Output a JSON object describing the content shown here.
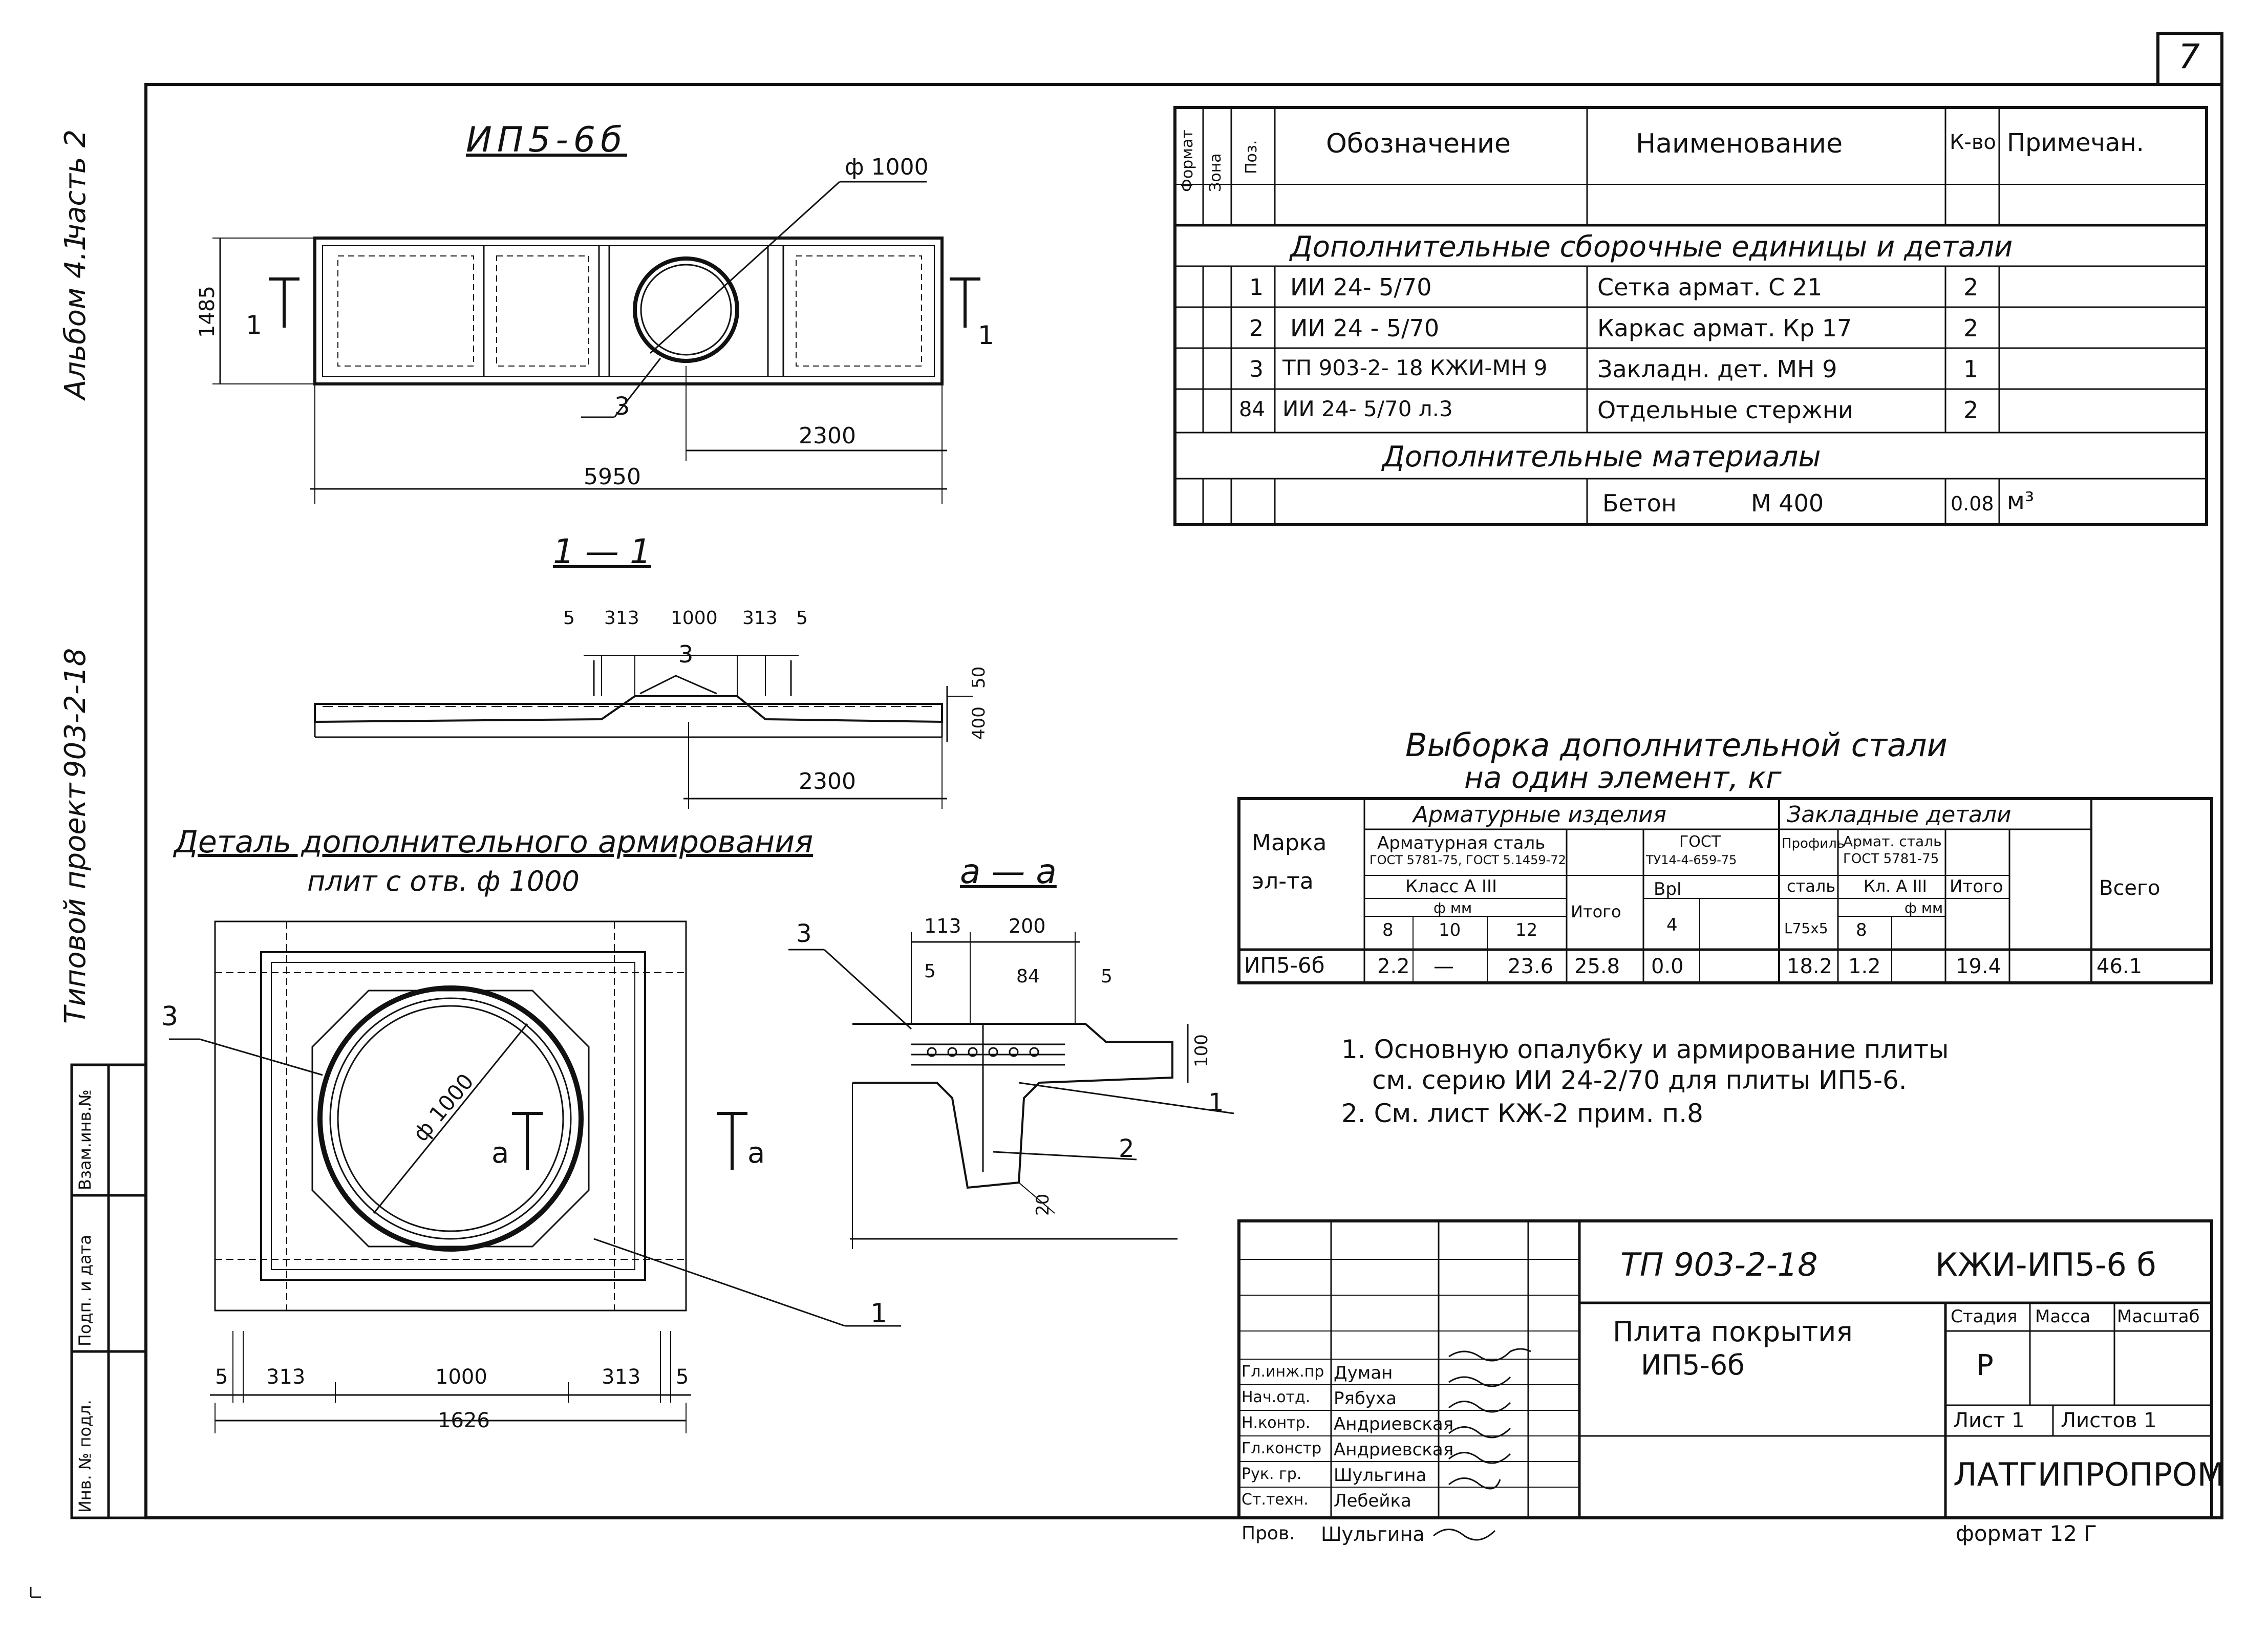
{
  "sheet": {
    "number": "7",
    "format": "формат 12 Г",
    "left_strip": {
      "album": "Альбом 4.1",
      "part": "часть 2",
      "project": "Типовой проект",
      "project_no": "903-2-18",
      "box_vzam": "Взам.инв.№",
      "box_podp": "Подп. и дата",
      "box_inv": "Инв. № подл."
    }
  },
  "plan_view": {
    "title": "ИП5-6б",
    "hole_label": "ф 1000",
    "width_dim": "1485",
    "length_dim": "5950",
    "offset_dim": "2300",
    "callout_3": "3",
    "section_mark_left": "1",
    "section_mark_right": "1"
  },
  "section_1_1": {
    "title": "1 — 1",
    "dims_top": [
      "5",
      "313",
      "1000",
      "313",
      "5"
    ],
    "callout_3": "3",
    "dim_50": "50",
    "dim_400": "400",
    "dim_2300": "2300"
  },
  "detail": {
    "title_line1": "Деталь дополнительного армирования",
    "title_line2": "плит с отв. ф 1000",
    "hole_label": "ф 1000",
    "callout_3": "3",
    "callout_1": "1",
    "section_mark_left": "а",
    "section_mark_right": "а",
    "dims_bottom": [
      "5",
      "313",
      "1000",
      "313",
      "5"
    ],
    "total_dim": "1626"
  },
  "section_a_a": {
    "title": "а — а",
    "dim_113": "113",
    "dim_200": "200",
    "dim_5a": "5",
    "dim_84": "84",
    "dim_5b": "5",
    "dim_100": "100",
    "dim_20": "20",
    "callout_3": "3",
    "callout_1": "1",
    "callout_2": "2"
  },
  "spec_table": {
    "headers": {
      "format": "Формат",
      "zone": "Зона",
      "pos": "Поз.",
      "designation": "Обозначение",
      "name": "Наименование",
      "qty": "К-во",
      "note": "Примечан."
    },
    "section_assemblies": "Дополнительные сборочные единицы и детали",
    "rows": [
      {
        "pos": "1",
        "designation": "ИИ 24- 5/70",
        "name": "Сетка армат. С 21",
        "qty": "2"
      },
      {
        "pos": "2",
        "designation": "ИИ 24 - 5/70",
        "name": "Каркас армат. Кр 17",
        "qty": "2"
      },
      {
        "pos": "3",
        "designation": "ТП 903-2- 18    КЖИ-МН 9",
        "name": "Закладн. дет.   МН 9",
        "qty": "1"
      },
      {
        "pos": "84",
        "designation": "ИИ 24- 5/70      л.3",
        "name": "Отдельные стержни",
        "qty": "2"
      }
    ],
    "section_materials": "Дополнительные материалы",
    "material": {
      "name": "Бетон",
      "grade": "М 400",
      "qty": "0.08",
      "note": "м³"
    }
  },
  "steel_table": {
    "title_line1": "Выборка дополнительной стали",
    "title_line2": "на один элемент, кг",
    "h_mark": "Марка",
    "h_mark2": "эл-та",
    "h_reinf": "Арматурные изделия",
    "h_embed": "Закладные детали",
    "h_steel1": "Арматурная сталь",
    "h_gost1": "ГОСТ 5781-75, ГОСТ 5.1459-72",
    "h_gost2a": "ГОСТ",
    "h_gost2b": "ТУ14-4-659-75",
    "h_class": "Класс А III",
    "h_phi": "ф мм",
    "h_bp": "ВрI",
    "h_total": "Итого",
    "h_profile1": "Профиль",
    "h_profile2": "сталь",
    "h_steel2a": "Армат. сталь",
    "h_steel2b": "ГОСТ 5781-75",
    "h_kl": "Кл. А III",
    "h_phi2": "ф мм",
    "h_total2": "Итого",
    "h_all": "Всего",
    "d8": "8",
    "d10": "10",
    "d12": "12",
    "d4": "4",
    "profile": "L75x5",
    "d8b": "8",
    "row": {
      "mark": "ИП5-6б",
      "v8": "2.2",
      "v10": "—",
      "v12": "23.6",
      "total": "25.8",
      "bp": "0.0",
      "profile": "18.2",
      "v8b": "1.2",
      "total2": "19.4",
      "all": "46.1"
    }
  },
  "notes": [
    "1. Основную опалубку и армирование плиты",
    "см. серию   ИИ 24-2/70   для плиты ИП5-6.",
    "2. См. лист   КЖ-2   прим. п.8"
  ],
  "title_block": {
    "project_code": "ТП 903-2-18",
    "doc_code": "КЖИ-ИП5-6 б",
    "name_line1": "Плита покрытия",
    "name_line2": "ИП5-6б",
    "stage_h": "Стадия",
    "mass_h": "Масса",
    "scale_h": "Масштаб",
    "stage": "Р",
    "sheet": "Лист 1",
    "sheets": "Листов 1",
    "org": "ЛАТГИПРОПРОМ",
    "roles": [
      {
        "role": "Гл.инж.пр",
        "name": "Думан"
      },
      {
        "role": "Нач.отд.",
        "name": "Рябуха"
      },
      {
        "role": "Н.контр.",
        "name": "Андриевская"
      },
      {
        "role": "Гл.констр",
        "name": "Андриевская"
      },
      {
        "role": "Рук. гр.",
        "name": "Шульгина"
      },
      {
        "role": "Ст.техн.",
        "name": "Лебейка"
      },
      {
        "role": "Пров.",
        "name": "Шульгина"
      }
    ]
  }
}
